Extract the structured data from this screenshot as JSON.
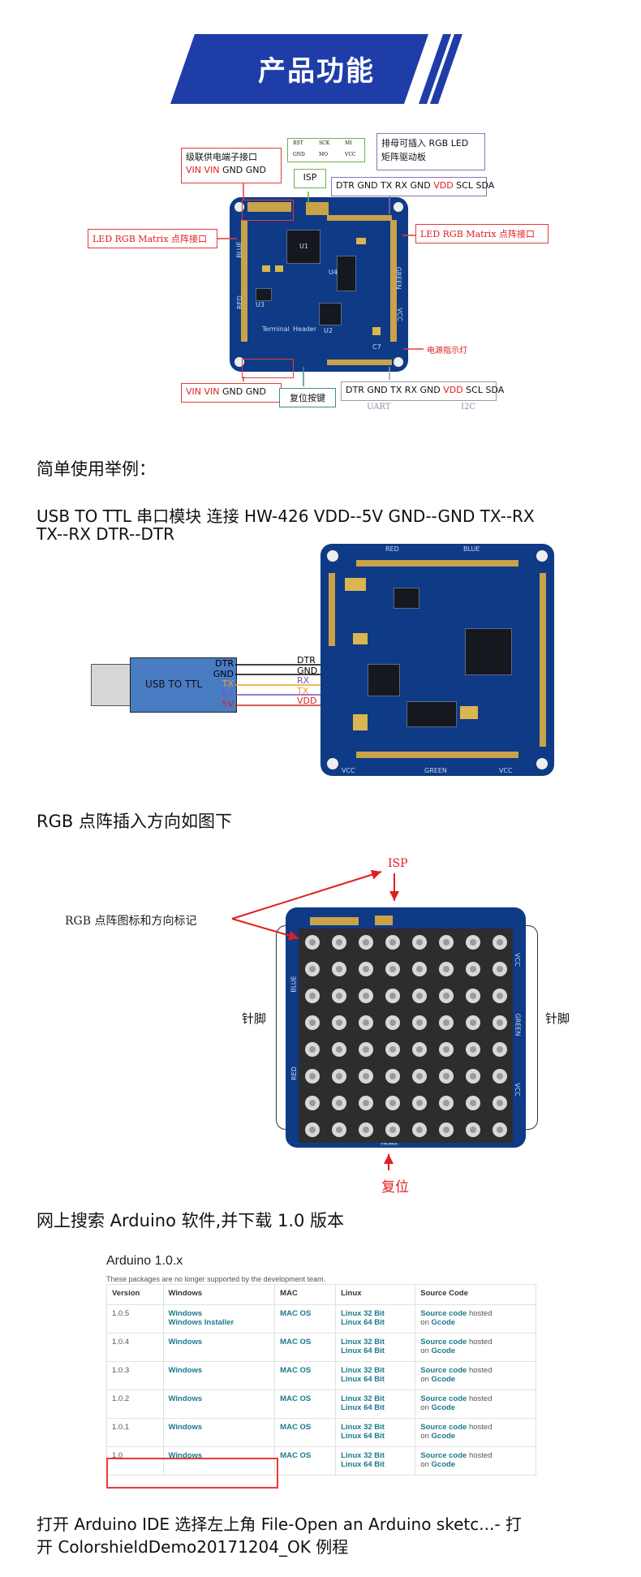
{
  "banner": {
    "title": "产品功能",
    "color": "#1e3da8"
  },
  "board_diagram": {
    "callout_cascade_title": "级联供电端子接口",
    "callout_cascade_pins_red": "VIN VIN",
    "callout_cascade_pins_black": "GND GND",
    "isp_grid": [
      "RST",
      "SCK",
      "MI",
      "GND",
      "MO",
      "VCC"
    ],
    "isp_label": "ISP",
    "callout_header_line1": "排母可插入 RGB LED",
    "callout_header_line2": "矩阵驱动板",
    "top_pins_black_1": "DTR GND TX RX GND",
    "top_pins_red": "VDD",
    "top_pins_black_2": "SCL SDA",
    "left_interface": "LED RGB Matrix 点阵接口",
    "right_interface": "LED RGB Matrix 点阵接口",
    "power_led": "电源指示灯",
    "bottom_pins_red": "VIN VIN",
    "bottom_pins_black": "GND GND",
    "reset_button": "复位按键",
    "bottom_pins2_black_1": "DTR GND TX RX GND",
    "bottom_pins2_red": "VDD",
    "bottom_pins2_black_2": "SCL SDA",
    "uart_label": "UART",
    "i2c_label": "I2C",
    "pcb_text": {
      "blue": "BLUE",
      "red": "RED",
      "green": "GREEN",
      "vcc": "VCC",
      "terminal": "Terminal",
      "header": "Header",
      "u1": "U1",
      "u2": "U2",
      "u3": "U3",
      "u4": "U4",
      "c7": "C7"
    }
  },
  "section_example": "简单使用举例：",
  "connection_text_line1": "USB TO TTL  串口模块 连接  HW-426   VDD--5V GND--GND TX--RX",
  "connection_text_line2": "TX--RX DTR--DTR",
  "usb_module": {
    "label": "USB TO TTL",
    "pins": [
      {
        "name": "DTR",
        "color": "#000000"
      },
      {
        "name": "GND",
        "color": "#000000"
      },
      {
        "name": "TX",
        "color": "#f0a020"
      },
      {
        "name": "RX",
        "color": "#7a4fc0"
      },
      {
        "name": "5V",
        "color": "#e21e1e"
      }
    ],
    "board_pins": [
      {
        "name": "DTR",
        "color": "#000000"
      },
      {
        "name": "GND",
        "color": "#000000"
      },
      {
        "name": "RX",
        "color": "#7a4fc0"
      },
      {
        "name": "TX",
        "color": "#f0a020"
      },
      {
        "name": "VDD",
        "color": "#e21e1e"
      }
    ]
  },
  "section_insert": "RGB 点阵插入方向如图下",
  "matrix_diagram": {
    "isp": "ISP",
    "mark_label": "RGB 点阵图标和方向标记",
    "pins_left": "针脚",
    "pins_right": "针脚",
    "reset": "复位",
    "reset_button": "Reset",
    "rows": 8,
    "cols": 8
  },
  "section_search": "网上搜索 Arduino 软件,并下载 1.0 版本",
  "arduino": {
    "title": "Arduino 1.0.x",
    "note": "These packages are no longer supported by the development team.",
    "headers": [
      "Version",
      "Windows",
      "MAC",
      "Linux",
      "Source Code"
    ],
    "rows": [
      {
        "version": "1.0.5",
        "windows": "Windows",
        "windows2": "Windows Installer",
        "mac": "MAC OS",
        "linux1": "Linux 32 Bit",
        "linux2": "Linux 64 Bit",
        "src": "Source code",
        "hosted": " hosted",
        "on": "on ",
        "gcode": "Gcode"
      },
      {
        "version": "1.0.4",
        "windows": "Windows",
        "windows2": "",
        "mac": "MAC OS",
        "linux1": "Linux 32 Bit",
        "linux2": "Linux 64 Bit",
        "src": "Source code",
        "hosted": " hosted",
        "on": "on ",
        "gcode": "Gcode"
      },
      {
        "version": "1.0.3",
        "windows": "Windows",
        "windows2": "",
        "mac": "MAC OS",
        "linux1": "Linux 32 Bit",
        "linux2": "Linux 64 Bit",
        "src": "Source code",
        "hosted": " hosted",
        "on": "on ",
        "gcode": "Gcode"
      },
      {
        "version": "1.0.2",
        "windows": "Windows",
        "windows2": "",
        "mac": "MAC OS",
        "linux1": "Linux 32 Bit",
        "linux2": "Linux 64 Bit",
        "src": "Source code",
        "hosted": " hosted",
        "on": "on ",
        "gcode": "Gcode"
      },
      {
        "version": "1.0.1",
        "windows": "Windows",
        "windows2": "",
        "mac": "MAC OS",
        "linux1": "Linux 32 Bit",
        "linux2": "Linux 64 Bit",
        "src": "Source code",
        "hosted": " hosted",
        "on": "on ",
        "gcode": "Gcode"
      },
      {
        "version": "1.0",
        "windows": "Windows",
        "windows2": "",
        "mac": "MAC OS",
        "linux1": "Linux 32 Bit",
        "linux2": "Linux 64 Bit",
        "src": "Source code",
        "hosted": " hosted",
        "on": "on ",
        "gcode": "Gcode"
      }
    ]
  },
  "open_text_line1": "打开  Arduino IDE 选择左上角  File-Open an Arduino sketc...-  打",
  "open_text_line2": "开 ColorshieldDemo20171204_OK 例程"
}
